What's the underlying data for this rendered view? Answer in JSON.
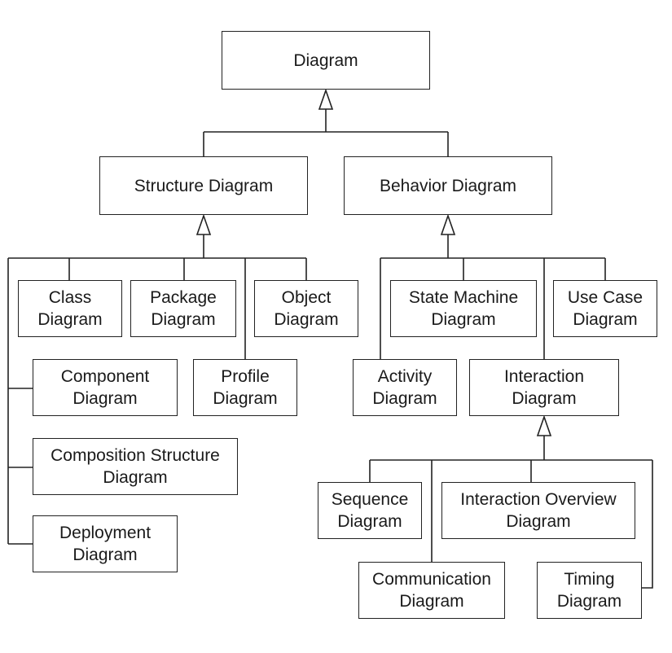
{
  "nodes": {
    "diagram": [
      "Diagram"
    ],
    "structure": [
      "Structure Diagram"
    ],
    "behavior": [
      "Behavior Diagram"
    ],
    "class": [
      "Class",
      "Diagram"
    ],
    "package": [
      "Package",
      "Diagram"
    ],
    "object": [
      "Object",
      "Diagram"
    ],
    "component": [
      "Component",
      "Diagram"
    ],
    "profile": [
      "Profile",
      "Diagram"
    ],
    "composition": [
      "Composition Structure",
      "Diagram"
    ],
    "deployment": [
      "Deployment",
      "Diagram"
    ],
    "state_machine": [
      "State Machine",
      "Diagram"
    ],
    "use_case": [
      "Use Case",
      "Diagram"
    ],
    "activity": [
      "Activity",
      "Diagram"
    ],
    "interaction": [
      "Interaction",
      "Diagram"
    ],
    "sequence": [
      "Sequence",
      "Diagram"
    ],
    "interaction_overview": [
      "Interaction Overview",
      "Diagram"
    ],
    "communication": [
      "Communication",
      "Diagram"
    ],
    "timing": [
      "Timing",
      "Diagram"
    ]
  }
}
